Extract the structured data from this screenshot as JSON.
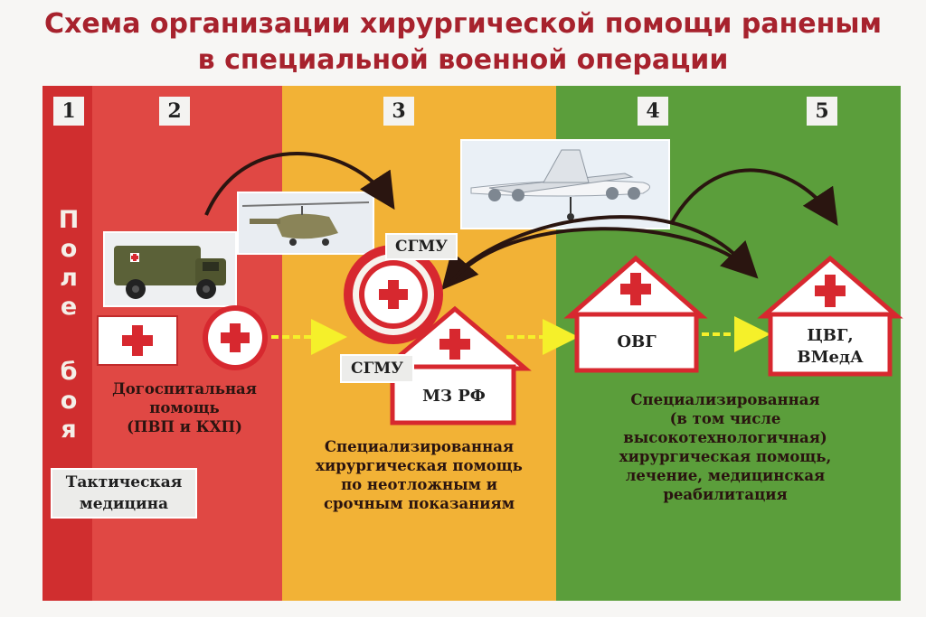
{
  "title": {
    "line1": "Схема организации хирургической помощи раненым",
    "line2": "в специальной военной операции"
  },
  "stages": [
    "1",
    "2",
    "3",
    "4",
    "5"
  ],
  "field": {
    "word1": [
      "П",
      "о",
      "л",
      "е"
    ],
    "word2": [
      "б",
      "о",
      "я"
    ]
  },
  "labels": {
    "sgmu_top": "СГМУ",
    "sgmu_mid": "СГМУ",
    "mz_rf": "МЗ РФ",
    "ovg": "ОВГ",
    "cvg_line1": "ЦВГ,",
    "cvg_line2": "ВМедА",
    "tactical_line1": "Тактическая",
    "tactical_line2": "медицина"
  },
  "descriptions": {
    "prehospital": [
      "Догоспитальная",
      "помощь",
      "(ПВП и КХП)"
    ],
    "urgent": [
      "Специализированная",
      "хирургическая помощь",
      "по неотложным и",
      "срочным показаниям"
    ],
    "specialized": [
      "Специализированная",
      "(в том числе",
      "высокотехнологичная)",
      "хирургическая помощь,",
      "лечение, медицинская",
      "реабилитация"
    ]
  },
  "colors": {
    "title": "#a7222d",
    "band1": "#d02e2f",
    "band2": "#e04844",
    "band3": "#f2b236",
    "band4": "#5b9e3b",
    "cross": "#d7282f",
    "arrow_yellow": "#f5f02a"
  },
  "images": {
    "vehicle": "armored-ambulance-vehicle",
    "helicopter": "medevac-helicopter",
    "airplane": "transport-airplane"
  }
}
